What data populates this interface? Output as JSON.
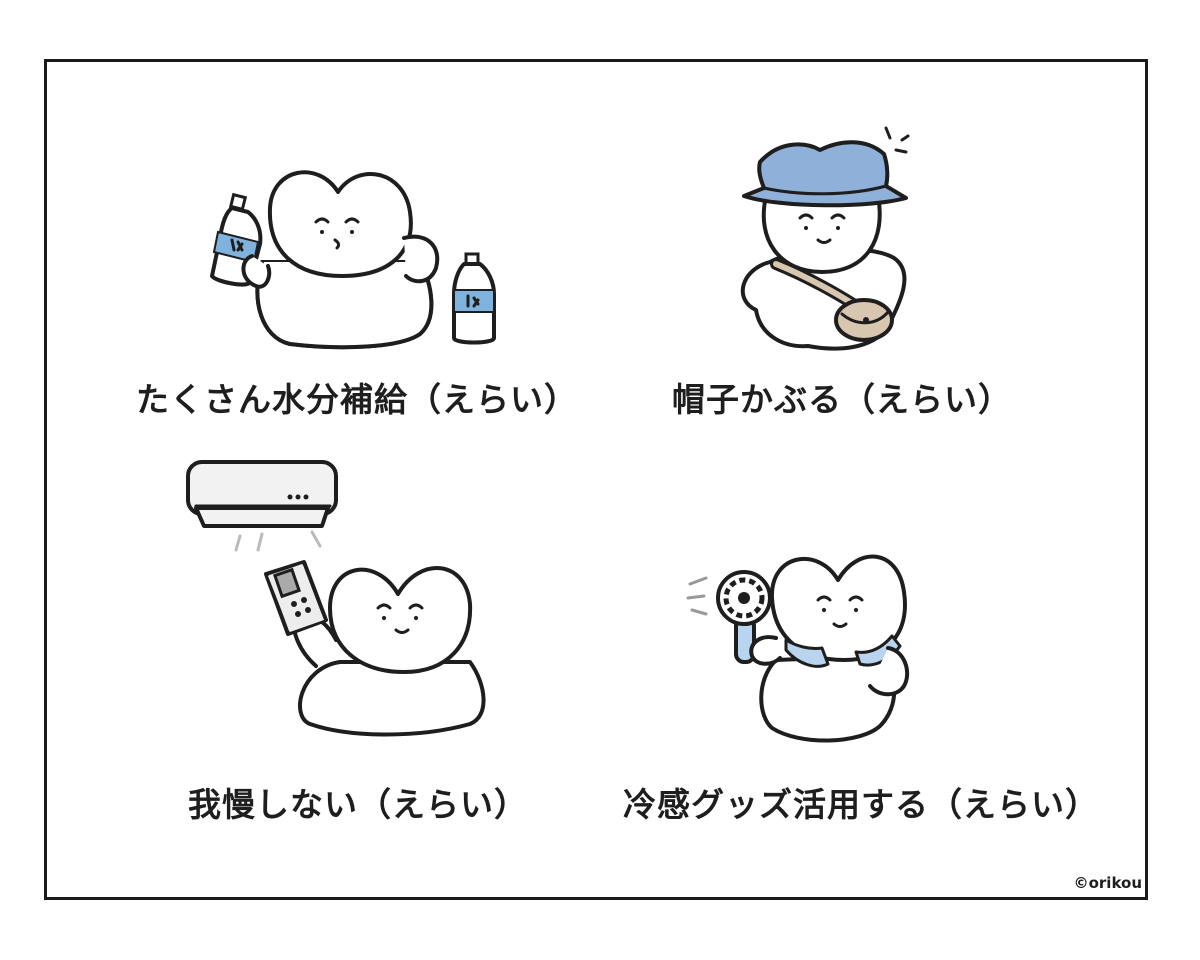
{
  "panels": [
    {
      "caption": "たくさん水分補給（えらい）",
      "icon": "character-with-water-bottles"
    },
    {
      "caption": "帽子かぶる（えらい）",
      "icon": "character-with-hat-and-bag"
    },
    {
      "caption": "我慢しない（えらい）",
      "icon": "character-with-air-conditioner-remote"
    },
    {
      "caption": "冷感グッズ活用する（えらい）",
      "icon": "character-with-handheld-fan"
    }
  ],
  "credit": "©orikou",
  "colors": {
    "water_blue": "#cfe4f0",
    "bottle_label": "#7fb3dd",
    "hat_blue": "#8fb0d8",
    "bag_beige": "#d8c6b0",
    "neck_cooler": "#b9d4ee",
    "outline": "#1e1e1e"
  }
}
